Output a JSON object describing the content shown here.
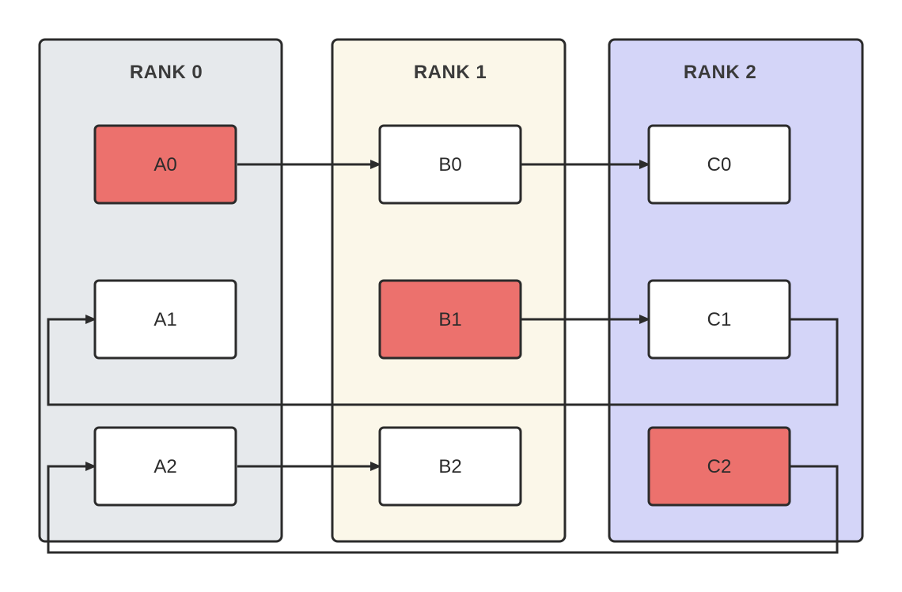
{
  "colors": {
    "rank0_fill": "#e6e9ec",
    "rank1_fill": "#fbf7e9",
    "rank2_fill": "#d4d5f8",
    "block_white": "#ffffff",
    "block_highlight": "#ec716d",
    "line": "#2b2b2b"
  },
  "ranks": [
    {
      "id": "rank0",
      "title": "RANK 0",
      "fill": "#e6e9ec"
    },
    {
      "id": "rank1",
      "title": "RANK 1",
      "fill": "#fbf7e9"
    },
    {
      "id": "rank2",
      "title": "RANK 2",
      "fill": "#d4d5f8"
    }
  ],
  "blocks": [
    {
      "id": "A0",
      "label": "A0",
      "rank": "rank0",
      "highlighted": true
    },
    {
      "id": "A1",
      "label": "A1",
      "rank": "rank0",
      "highlighted": false
    },
    {
      "id": "A2",
      "label": "A2",
      "rank": "rank0",
      "highlighted": false
    },
    {
      "id": "B0",
      "label": "B0",
      "rank": "rank1",
      "highlighted": false
    },
    {
      "id": "B1",
      "label": "B1",
      "rank": "rank1",
      "highlighted": true
    },
    {
      "id": "B2",
      "label": "B2",
      "rank": "rank1",
      "highlighted": false
    },
    {
      "id": "C0",
      "label": "C0",
      "rank": "rank2",
      "highlighted": false
    },
    {
      "id": "C1",
      "label": "C1",
      "rank": "rank2",
      "highlighted": false
    },
    {
      "id": "C2",
      "label": "C2",
      "rank": "rank2",
      "highlighted": true
    }
  ],
  "edges": [
    {
      "from": "A0",
      "to": "B0"
    },
    {
      "from": "B0",
      "to": "C0"
    },
    {
      "from": "B1",
      "to": "C1"
    },
    {
      "from": "C1",
      "to": "A1"
    },
    {
      "from": "A2",
      "to": "B2"
    },
    {
      "from": "C2",
      "to": "A2"
    }
  ]
}
